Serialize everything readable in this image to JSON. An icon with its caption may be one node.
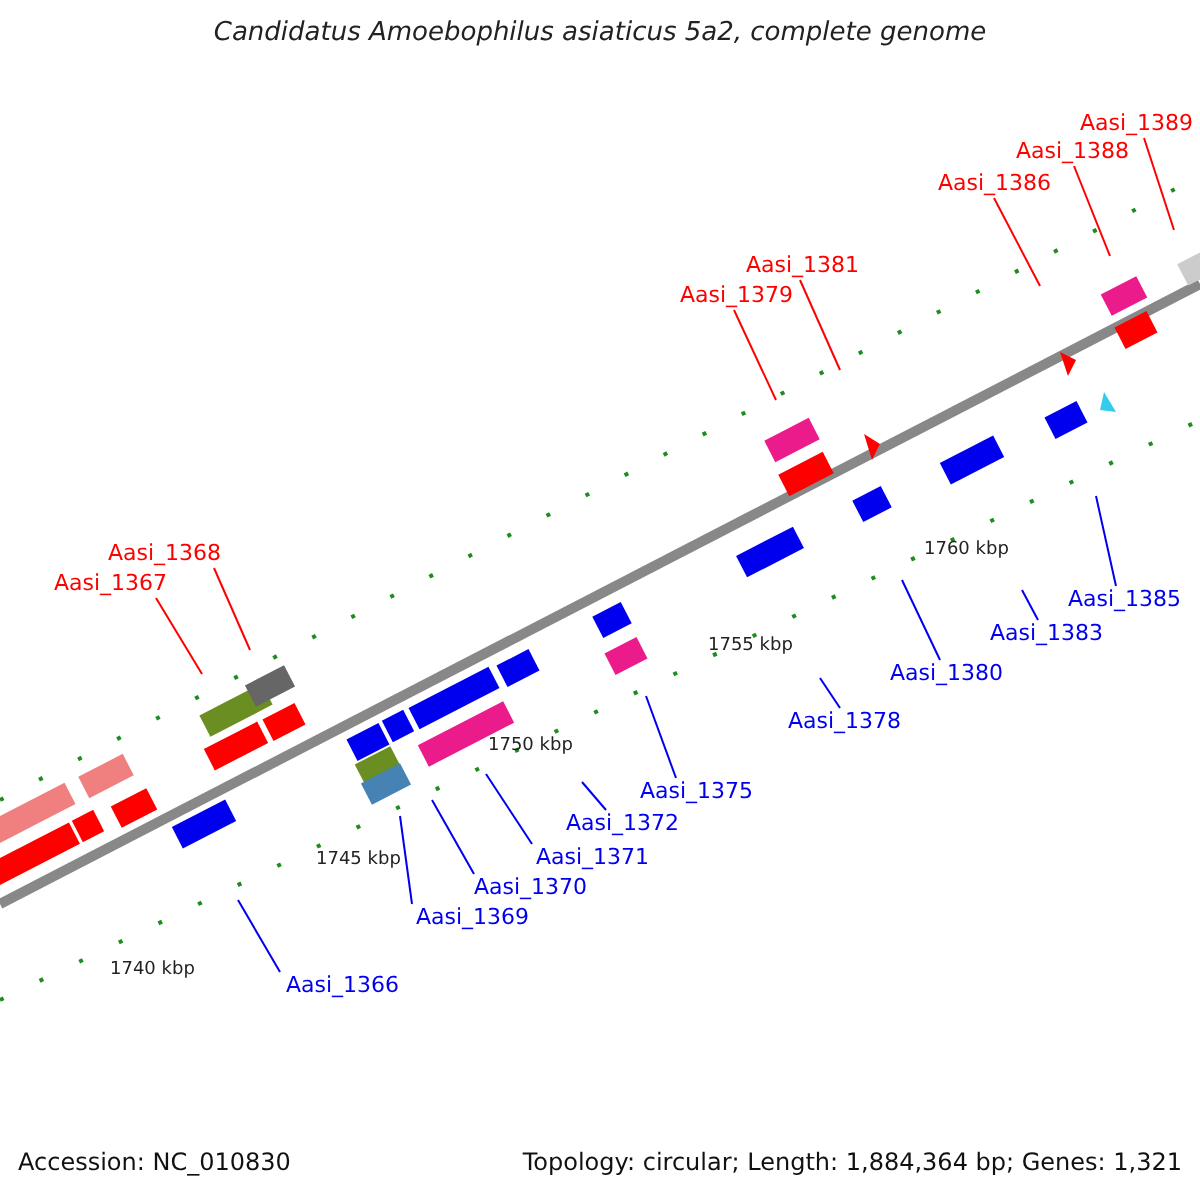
{
  "diagram": {
    "title": "Candidatus Amoebophilus asiaticus 5a2, complete genome",
    "nodes": [
      {
        "text": [
          "Aasi_1389"
        ]
      },
      {
        "text": [
          "Aasi_1388"
        ]
      },
      {
        "text": [
          "Aasi_1386"
        ]
      },
      {
        "text": [
          "Aasi_1381"
        ]
      },
      {
        "text": [
          "Aasi_1379"
        ]
      },
      {
        "text": [
          "Aasi_1368"
        ]
      },
      {
        "text": [
          "Aasi_1367"
        ]
      },
      {
        "text": [
          "Aasi_1385"
        ]
      },
      {
        "text": [
          "Aasi_1383"
        ]
      },
      {
        "text": [
          "Aasi_1380"
        ]
      },
      {
        "text": [
          "Aasi_1378"
        ]
      },
      {
        "text": [
          "Aasi_1375"
        ]
      },
      {
        "text": [
          "Aasi_1372"
        ]
      },
      {
        "text": [
          "Aasi_1371"
        ]
      },
      {
        "text": [
          "Aasi_1370"
        ]
      },
      {
        "text": [
          "Aasi_1369"
        ]
      },
      {
        "text": [
          "Aasi_1366"
        ]
      }
    ],
    "edges": [
      {
        "from": 0,
        "to": null,
        "arrow": "none",
        "color": "#ff0000"
      },
      {
        "from": 1,
        "to": null,
        "arrow": "none",
        "color": "#ff0000"
      },
      {
        "from": 2,
        "to": null,
        "arrow": "none",
        "color": "#ff0000"
      },
      {
        "from": 3,
        "to": null,
        "arrow": "none",
        "color": "#ff0000"
      },
      {
        "from": 4,
        "to": null,
        "arrow": "none",
        "color": "#ff0000"
      },
      {
        "from": 5,
        "to": null,
        "arrow": "none",
        "color": "#ff0000"
      },
      {
        "from": 6,
        "to": null,
        "arrow": "none",
        "color": "#ff0000"
      },
      {
        "from": 7,
        "to": null,
        "arrow": "none"
      },
      {
        "from": 8,
        "to": null,
        "arrow": "none"
      },
      {
        "from": 9,
        "to": null,
        "arrow": "none"
      },
      {
        "from": 10,
        "to": null,
        "arrow": "none"
      },
      {
        "from": 11,
        "to": null,
        "arrow": "none"
      },
      {
        "from": 12,
        "to": null,
        "arrow": "none"
      },
      {
        "from": 13,
        "to": null,
        "arrow": "none"
      },
      {
        "from": 14,
        "to": null,
        "arrow": "none"
      },
      {
        "from": 15,
        "to": null,
        "arrow": "none"
      },
      {
        "from": 16,
        "to": null,
        "arrow": "none"
      }
    ],
    "labels": [
      "1760 kbp",
      "1755 kbp",
      "1750 kbp",
      "1745 kbp",
      "1740 kbp",
      "Accession: NC_010830",
      "Topology: circular; Length: 1,884,364 bp; Genes: 1,321"
    ]
  }
}
